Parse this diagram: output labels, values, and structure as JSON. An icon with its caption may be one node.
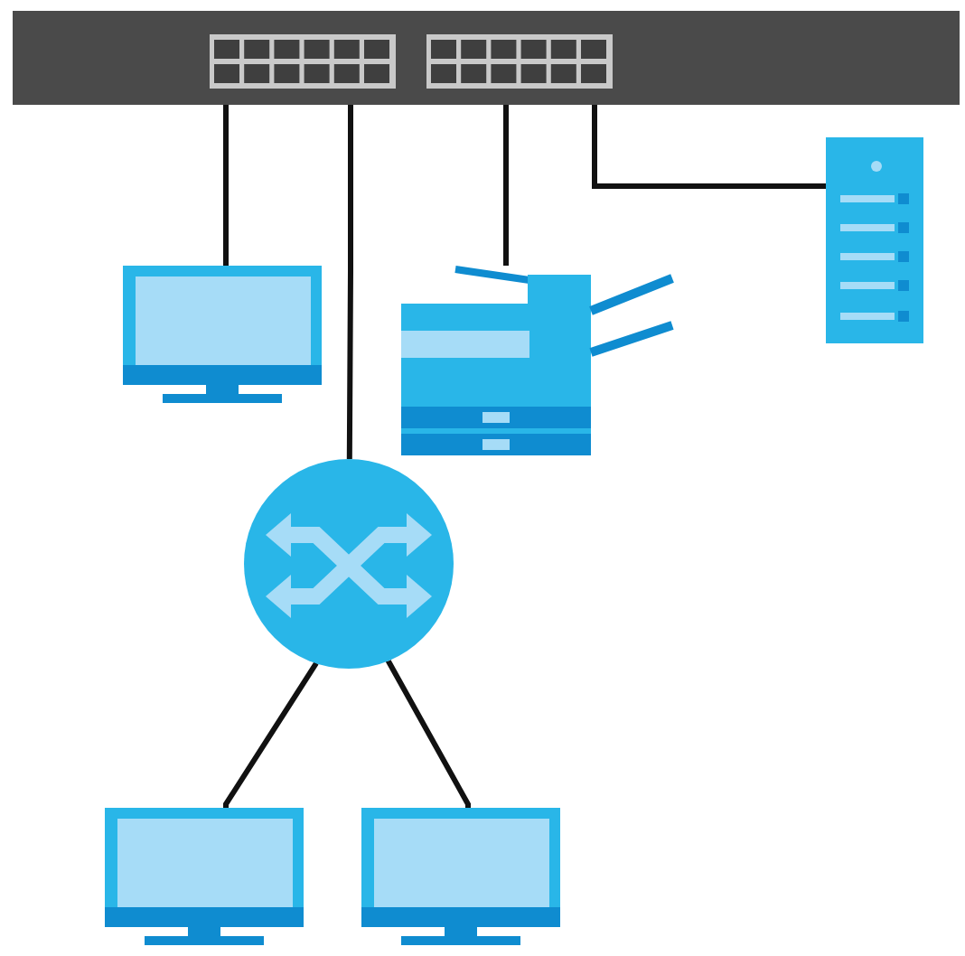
{
  "diagram": {
    "nodes": [
      {
        "text": [],
        "shape": "picture"
      },
      {
        "text": [],
        "shape": "picture"
      },
      {
        "text": [],
        "shape": "picture"
      },
      {
        "text": [],
        "shape": "picture"
      },
      {
        "text": [],
        "shape": "picture"
      },
      {
        "text": [],
        "shape": "picture"
      },
      {
        "text": [],
        "shape": "picture"
      }
    ],
    "edges": [
      {
        "from": 0,
        "to": 1,
        "arrow": "none"
      },
      {
        "from": 0,
        "to": 4,
        "arrow": "none"
      },
      {
        "from": 0,
        "to": 2,
        "arrow": "none"
      },
      {
        "from": 0,
        "to": 3,
        "arrow": "none"
      },
      {
        "from": 4,
        "to": 5,
        "arrow": "none"
      },
      {
        "from": 4,
        "to": 6,
        "arrow": "none"
      }
    ]
  }
}
